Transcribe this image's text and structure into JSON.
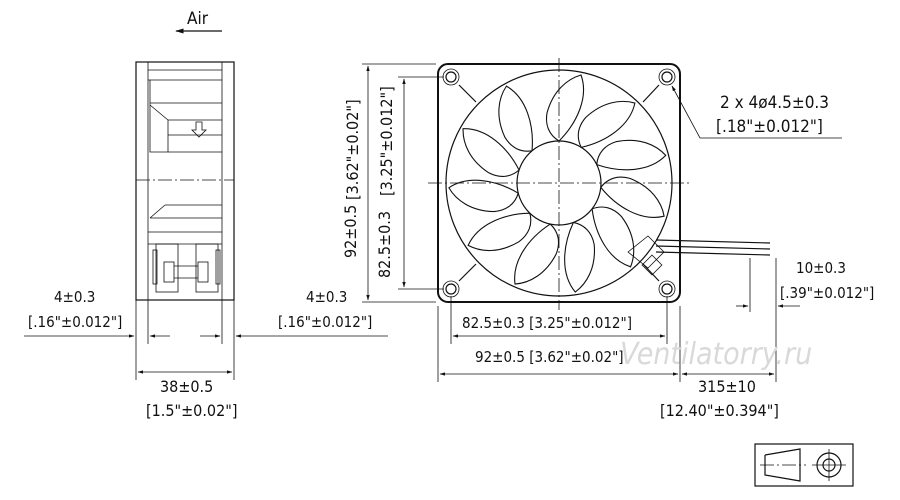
{
  "airflow_label": "Air",
  "holes": {
    "line1": "2 x 4ø4.5±0.3",
    "line2": "[.18\"±0.012\"]"
  },
  "dims": {
    "height_mm": "92±0.5",
    "height_in": "[3.62\"±0.02\"]",
    "hole_vert_mm": "82.5±0.3",
    "hole_vert_in": "[3.25\"±0.012\"]",
    "flange_left_mm": "4±0.3",
    "flange_left_in": "[.16\"±0.012\"]",
    "flange_right_mm": "4±0.3",
    "flange_right_in": "[.16\"±0.012\"]",
    "hole_horiz": "82.5±0.3  [3.25\"±0.012\"]",
    "width": "92±0.5  [3.62\"±0.02\"]",
    "depth_mm": "38±0.5",
    "depth_in": "[1.5\"±0.02\"]",
    "strip_mm": "10±0.3",
    "strip_in": "[.39\"±0.012\"]",
    "lead_mm": "315±10",
    "lead_in": "[12.40\"±0.394\"]"
  },
  "watermark": "Ventilatorry.ru",
  "symbol_name": "third-angle-projection-icon"
}
